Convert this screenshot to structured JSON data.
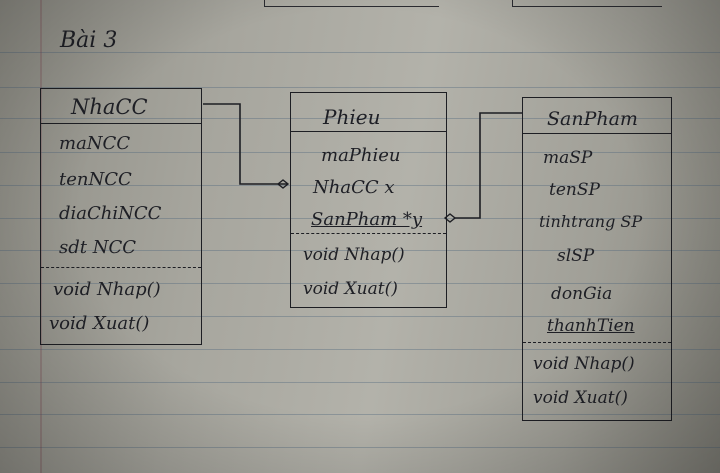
{
  "photo": {
    "paper_color": "#b0afa7",
    "ink_color": "#1e1f25"
  },
  "heading": "Bài 3",
  "classes": {
    "nhacc": {
      "name": "NhaCC",
      "attributes": [
        "maNCC",
        "tenNCC",
        "diaChiNCC",
        "sdt NCC"
      ],
      "methods": [
        "void Nhap()",
        "void Xuat()"
      ]
    },
    "phieu": {
      "name": "Phieu",
      "attributes": [
        "maPhieu",
        "NhaCC x",
        "SanPham *y"
      ],
      "methods": [
        "void Nhap()",
        "void Xuat()"
      ]
    },
    "sanpham": {
      "name": "SanPham",
      "attributes": [
        "maSP",
        "tenSP",
        "tinhtrang SP",
        "slSP",
        "donGia",
        "thanhTien"
      ],
      "methods": [
        "void Nhap()",
        "void Xuat()"
      ]
    }
  }
}
